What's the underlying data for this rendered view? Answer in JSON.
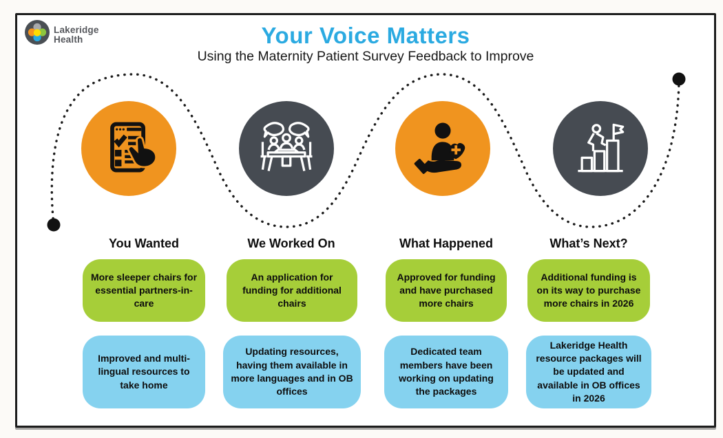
{
  "brand": {
    "name_line1": "Lakeridge",
    "name_line2": "Health",
    "logo_icon": "lakeridge-flower-dots-logo"
  },
  "header": {
    "title": "Your Voice Matters",
    "subtitle": "Using the Maternity Patient Survey Feedback to Improve"
  },
  "colors": {
    "title_blue": "#2baae1",
    "accent_orange": "#f0941f",
    "accent_dark_gray": "#464b52",
    "box_green": "#a6ce39",
    "box_blue": "#85d2ef",
    "border_black": "#1c1c1c"
  },
  "journey": {
    "style": "dotted-serpentine-path",
    "start_marker": "black-dot",
    "end_marker": "black-dot"
  },
  "columns": [
    {
      "heading": "You Wanted",
      "icon": "survey-checklist-hand-icon",
      "icon_bg": "orange",
      "green_text": "More sleeper chairs for essential partners-in-care",
      "blue_text": "Improved and multi-lingual resources to take home"
    },
    {
      "heading": "We Worked On",
      "icon": "meeting-discussion-icon",
      "icon_bg": "dark",
      "green_text": "An application for funding for additional chairs",
      "blue_text": "Updating resources, having them available in more languages and in OB offices"
    },
    {
      "heading": "What Happened",
      "icon": "hand-holding-patient-heart-icon",
      "icon_bg": "orange",
      "green_text": "Approved for funding and have purchased more chairs",
      "blue_text": "Dedicated team members have been working on updating the packages"
    },
    {
      "heading": "What’s Next?",
      "icon": "climbing-goal-flag-icon",
      "icon_bg": "dark",
      "green_text": "Additional funding is on its way to purchase more chairs in 2026",
      "blue_text": "Lakeridge Health resource packages will be updated and available in OB offices in 2026"
    }
  ]
}
